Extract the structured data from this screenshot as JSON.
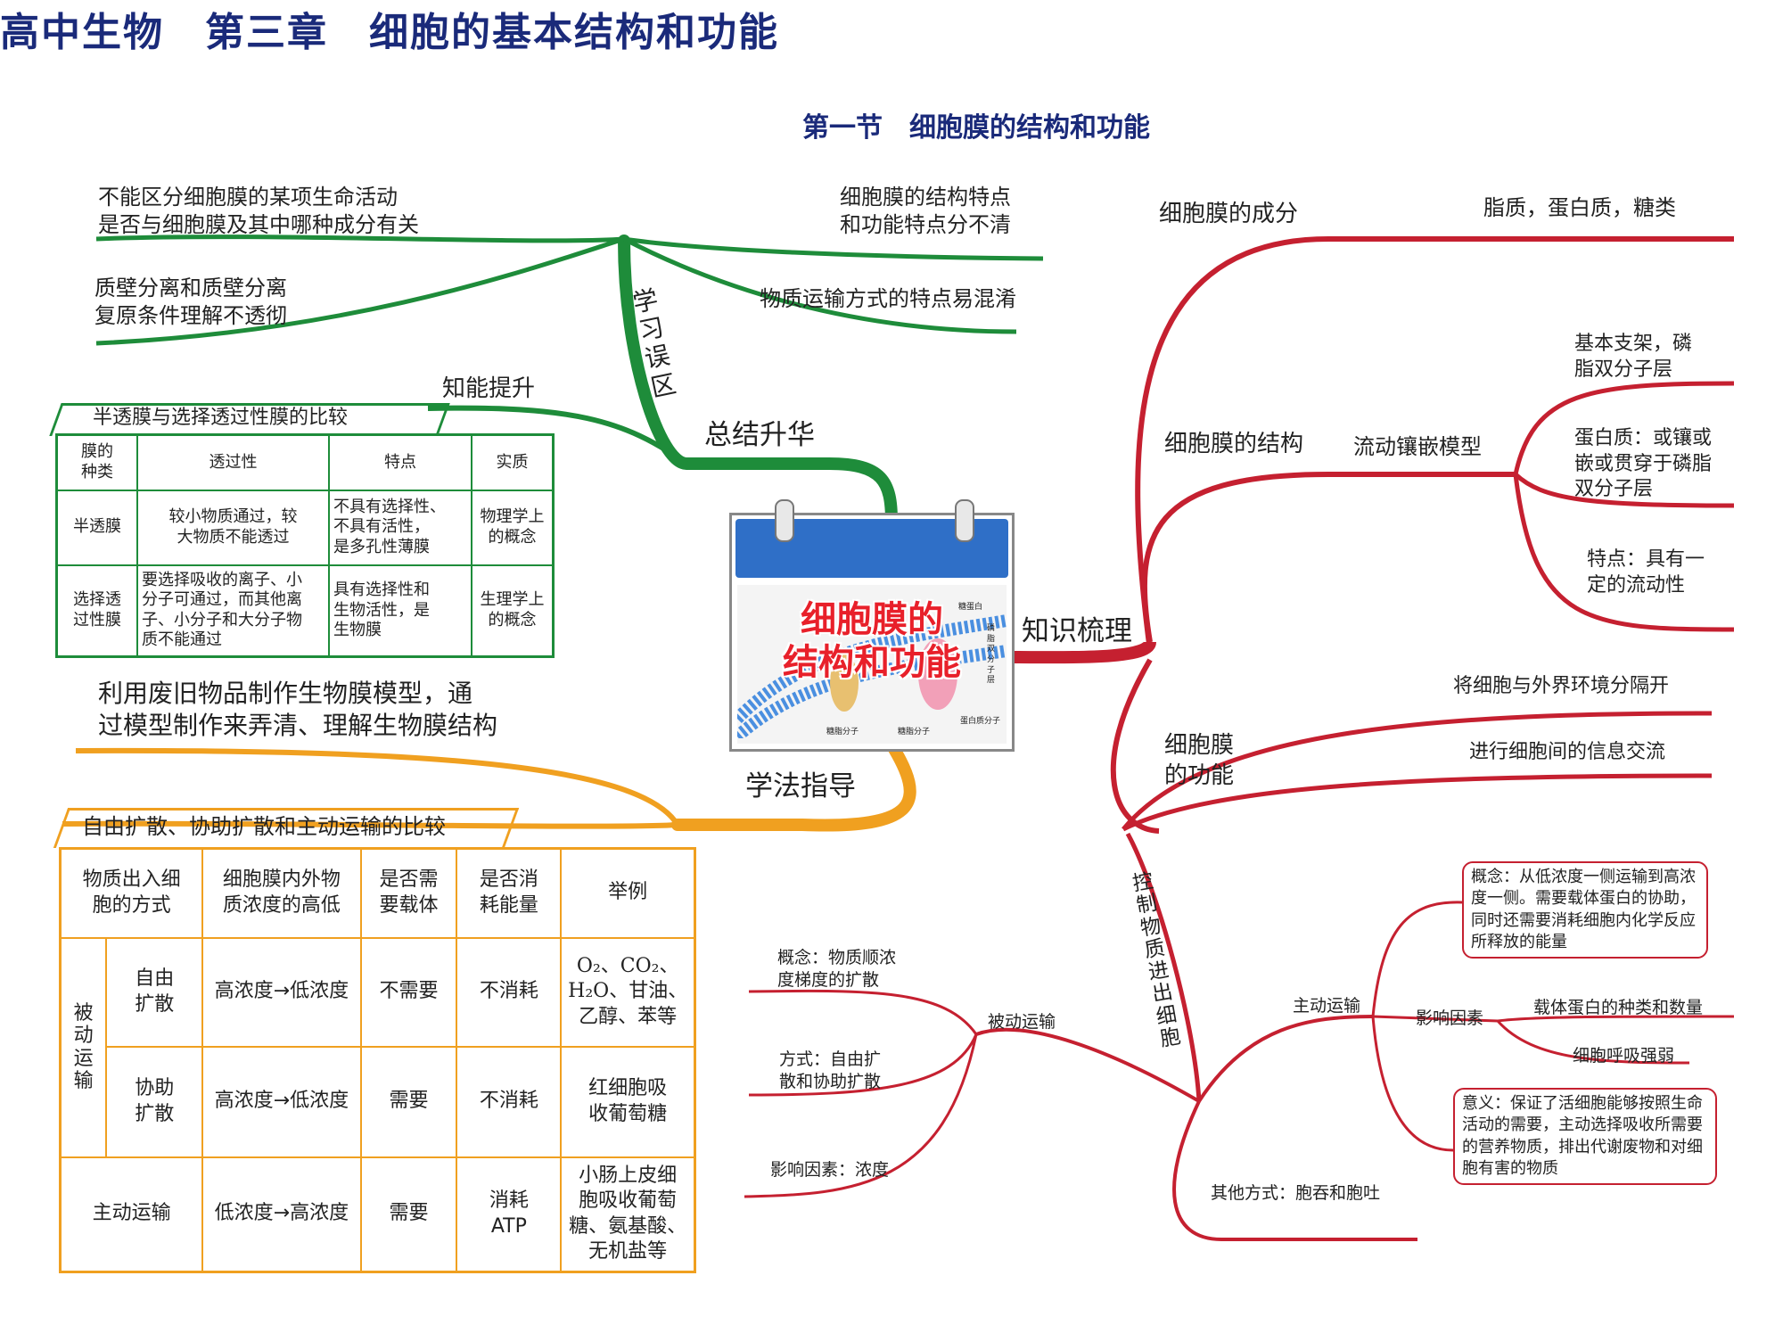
{
  "header": {
    "title": "高中生物　第三章　细胞的基本结构和功能",
    "subtitle": "第一节　细胞膜的结构和功能"
  },
  "center": {
    "title_line1": "细胞膜的",
    "title_line2": "结构和功能",
    "labels": [
      "糖蛋白",
      "磷脂双分子层",
      "蛋白质分子",
      "糖脂分子",
      "糖脂分子"
    ]
  },
  "branches": {
    "summary": "总结升华",
    "ability": "知能提升",
    "mistakes": "学习误区",
    "mistake_items": [
      "不能区分细胞膜的某项生命活动\n是否与细胞膜及其中哪种成分有关",
      "质壁分离和质壁分离\n复原条件理解不透彻",
      "细胞膜的结构特点\n和功能特点分不清",
      "物质运输方式的特点易混淆"
    ],
    "knowledge": "知识梳理",
    "composition": "细胞膜的成分",
    "composition_value": "脂质，蛋白质，糖类",
    "structure": "细胞膜的结构",
    "model": "流动镶嵌模型",
    "model_items": [
      "基本支架，磷\n脂双分子层",
      "蛋白质：或镶或\n嵌或贯穿于磷脂\n双分子层",
      "特点：具有一\n定的流动性"
    ],
    "function": "细胞膜\n的功能",
    "function_items": [
      "将细胞与外界环境分隔开",
      "进行细胞间的信息交流"
    ],
    "control": "控制物质进出细胞",
    "passive": "被动运输",
    "passive_items": [
      "概念：物质顺浓\n度梯度的扩散",
      "方式：自由扩\n散和协助扩散",
      "影响因素：浓度"
    ],
    "active": "主动运输",
    "active_concept": "概念：从低浓度一侧运输到高浓度一侧。需要载体蛋白的协助，同时还需要消耗细胞内化学反应所释放的能量",
    "active_factor": "影响因素",
    "active_factor_items": [
      "载体蛋白的种类和数量",
      "细胞呼吸强弱"
    ],
    "active_meaning": "意义：保证了活细胞能够按照生命活动的需要，主动选择吸收所需要的营养物质，排出代谢废物和对细胞有害的物质",
    "other": "其他方式：胞吞和胞吐",
    "method": "学法指导",
    "method_text": "利用废旧物品制作生物膜模型，通\n过模型制作来弄清、理解生物膜结构"
  },
  "table1": {
    "caption": "半透膜与选择透过性膜的比较",
    "headers": [
      "膜的\n种类",
      "透过性",
      "特点",
      "实质"
    ],
    "rows": [
      [
        "半透膜",
        "较小物质通过，较\n大物质不能透过",
        "不具有选择性、\n不具有活性，\n是多孔性薄膜",
        "物理学上\n的概念"
      ],
      [
        "选择透\n过性膜",
        "要选择吸收的离子、小\n分子可通过，而其他离\n子、小分子和大分子物\n质不能通过",
        "具有选择性和\n生物活性，是\n生物膜",
        "生理学上\n的概念"
      ]
    ]
  },
  "table2": {
    "caption": "自由扩散、协助扩散和主动运输的比较",
    "headers": [
      "物质出入细\n胞的方式",
      "细胞膜内外物\n质浓度的高低",
      "是否需\n要载体",
      "是否消\n耗能量",
      "举例"
    ],
    "group": "被\n动\n运\n输",
    "rows": [
      [
        "自由\n扩散",
        "高浓度→低浓度",
        "不需要",
        "不消耗",
        "O₂、CO₂、\nH₂O、甘油、\n乙醇、苯等"
      ],
      [
        "协助\n扩散",
        "高浓度→低浓度",
        "需要",
        "不消耗",
        "红细胞吸\n收葡萄糖"
      ],
      [
        "主动运输",
        "低浓度→高浓度",
        "需要",
        "消耗\nATP",
        "小肠上皮细\n胞吸收葡萄\n糖、氨基酸、\n无机盐等"
      ]
    ]
  },
  "colors": {
    "green": "#1e8c3a",
    "red": "#c52030",
    "orange": "#f0a020",
    "title": "#1a2a7a"
  }
}
